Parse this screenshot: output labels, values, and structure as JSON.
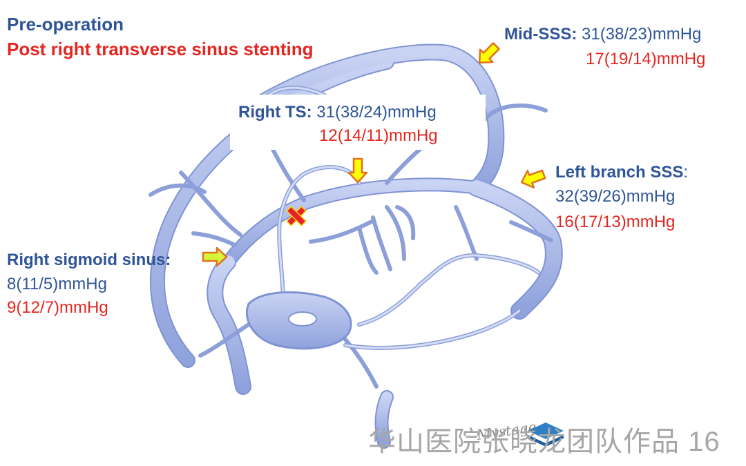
{
  "titles": {
    "pre": "Pre-operation",
    "post": "Post right transverse sinus stenting"
  },
  "measurements": {
    "mid_sss": {
      "name": "Mid-SSS:",
      "pre": " 31(38/23)mmHg",
      "post": "17(19/14)mmHg"
    },
    "right_ts": {
      "name": "Right TS:",
      "pre": " 31(38/24)mmHg",
      "post": "12(14/11)mmHg"
    },
    "left_branch_sss": {
      "name": "Left branch SSS",
      "sep": ":",
      "pre": "32(39/26)mmHg",
      "post": "16(17/13)mmHg"
    },
    "right_sigmoid": {
      "name": "Right sigmoid sinus:",
      "pre": "8(11/5)mmHg",
      "post": "9(12/7)mmHg"
    }
  },
  "footer": {
    "credit": "华山医院张晓龙团队作品",
    "page": "16",
    "signature": "Mystage"
  },
  "colors": {
    "pre_text": "#2f5597",
    "post_text": "#e52620",
    "vessel": "#9fb0e3",
    "vessel_light": "#c9d3f3",
    "arrow_fill": "#ffff00",
    "arrow_stroke": "#e07020",
    "green_arrow_fill": "#d5f53a",
    "cross_marker": "#e5212b",
    "logo": "#2e7fc7"
  },
  "icons": {
    "arrow": "block-arrow-icon",
    "stenosis": "cross-marker-icon",
    "logo": "stacked-layers-icon"
  }
}
